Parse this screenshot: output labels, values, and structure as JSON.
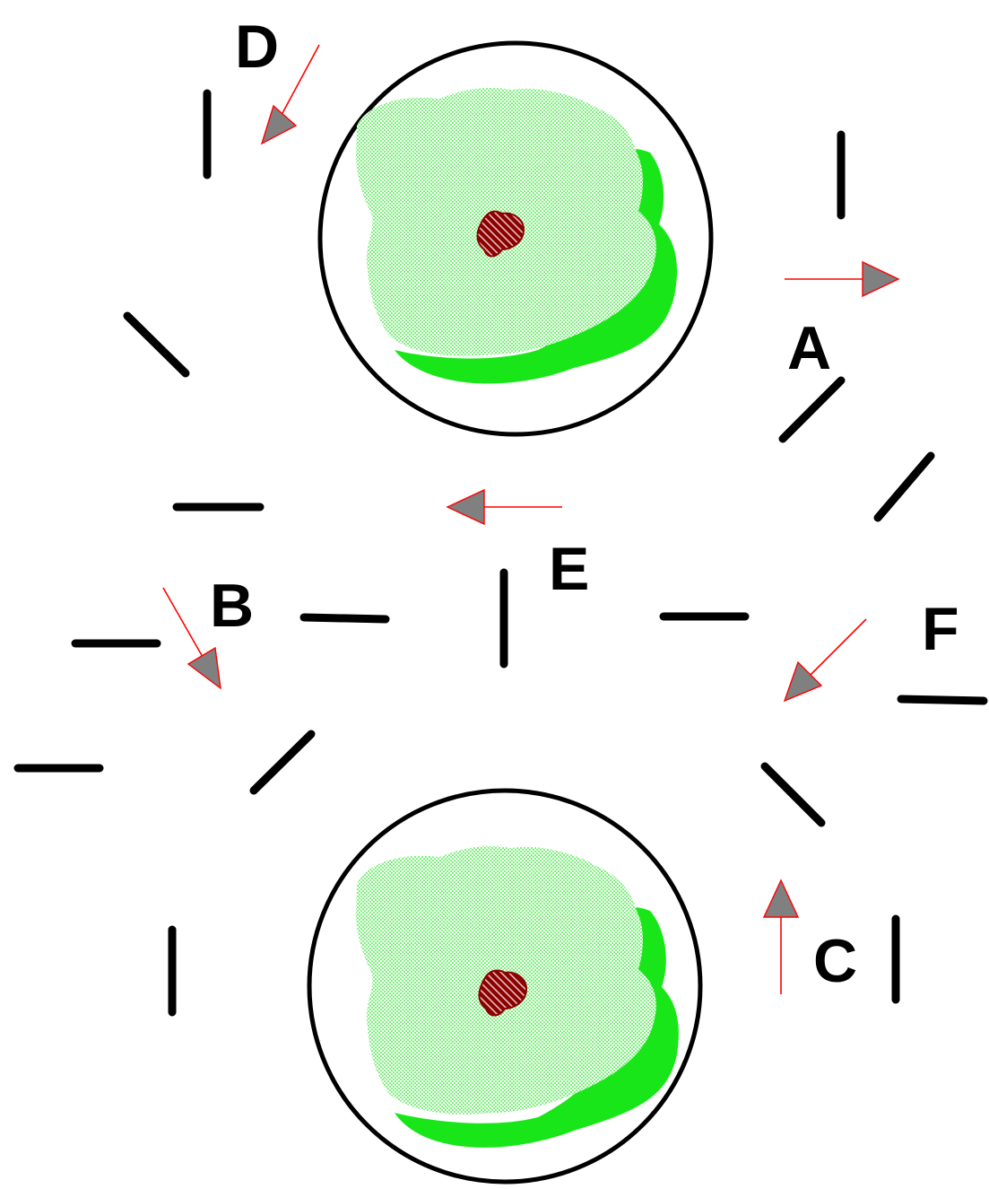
{
  "diagram": {
    "labels": {
      "A": "A",
      "B": "B",
      "C": "C",
      "D": "D",
      "E": "E",
      "F": "F"
    },
    "colors": {
      "background": "#ffffff",
      "outline": "#000000",
      "arrow_line": "#ff0000",
      "arrow_head": "#808080",
      "cytoplasm_fill": "#7ef07e",
      "cytoplasm_rim": "#19e619",
      "nucleus": "#8b0000"
    },
    "cells": [
      {
        "name": "cell-top"
      },
      {
        "name": "cell-bottom"
      }
    ]
  }
}
